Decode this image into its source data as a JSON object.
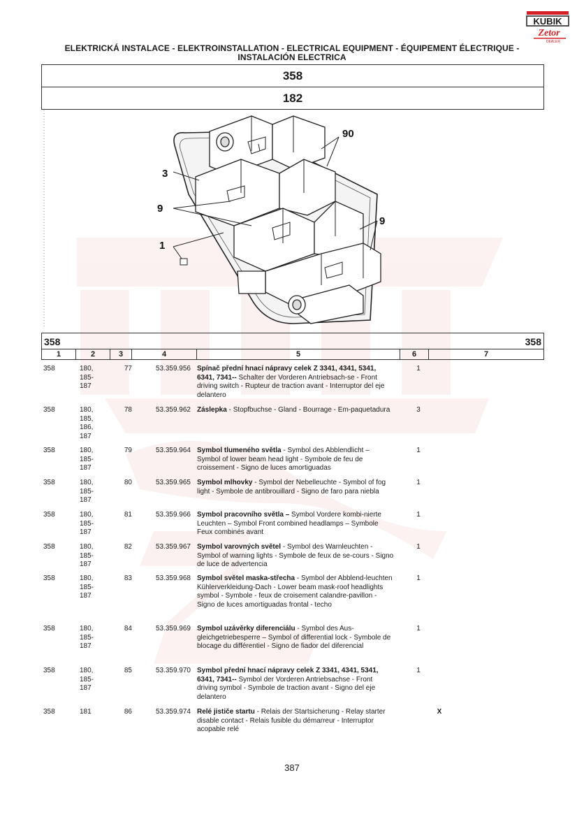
{
  "brand": {
    "logo_text": "KUBIK",
    "sub_text": "Zetor",
    "sub_small": "DEALER",
    "color_red": "#d42027",
    "color_dark": "#1a1a1a"
  },
  "header": {
    "title_line1": "ELEKTRICKÁ INSTALACE - ELEKTROINSTALLATION - ELECTRICAL EQUIPMENT - ÉQUIPEMENT ÉLECTRIQUE -",
    "title_line2": "INSTALACIÓN ELECTRICA",
    "group_number": "358",
    "section_number": "182"
  },
  "figure": {
    "callouts": [
      "90",
      "3",
      "9",
      "9",
      "1"
    ]
  },
  "table": {
    "group_left": "358",
    "group_right": "358",
    "columns": [
      "1",
      "2",
      "3",
      "4",
      "5",
      "6",
      "7"
    ],
    "rows": [
      {
        "group": "358",
        "models": [
          "180,",
          "185-",
          "187"
        ],
        "pos": "77",
        "part": "53.359.956",
        "name": "Spínač přední hnací nápravy celek Z 3341, 4341, 5341, 6341, 7341--",
        "desc": " Schalter der Vorderen Antriebsach-se - Front driving switch - Rupteur de traction avant - Interruptor del eje delantero",
        "qty": "1",
        "note": ""
      },
      {
        "group": "358",
        "models": [
          "180,",
          "185,",
          "186,",
          "187"
        ],
        "pos": "78",
        "part": "53.359.962",
        "name": "Záslepka",
        "desc": " - Stopfbuchse - Gland - Bourrage - Em-paquetadura",
        "qty": "3",
        "note": ""
      },
      {
        "group": "358",
        "models": [
          "180,",
          "185-",
          "187"
        ],
        "pos": "79",
        "part": "53.359.964",
        "name": "Symbol tlumeného světla",
        "desc": " - Symbol des Abblendlicht – Symbol of lower beam head light - Symbole de feu de croissement - Signo de luces amortiguadas",
        "qty": "1",
        "note": ""
      },
      {
        "group": "358",
        "models": [
          "180,",
          "185-",
          "187"
        ],
        "pos": "80",
        "part": "53.359.965",
        "name": "Symbol mlhovky",
        "desc": " - Symbol der Nebelleuchte - Symbol of fog light - Symbole de antibrouillard - Signo de faro para niebla",
        "qty": "1",
        "note": ""
      },
      {
        "group": "358",
        "models": [
          "180,",
          "185-",
          "187"
        ],
        "pos": "81",
        "part": "53.359.966",
        "name": "Symbol pracovního světla –",
        "desc": " Symbol Vordere kombi-nierte Leuchten – Symbol Front combined headlamps – Symbole Feux combinés avant",
        "qty": "1",
        "note": ""
      },
      {
        "group": "358",
        "models": [
          "180,",
          "185-",
          "187"
        ],
        "pos": "82",
        "part": "53.359.967",
        "name": "Symbol varovných světel",
        "desc": " - Symbol des Warnleuchten - Symbol of warning lights - Symbole de feux de se-cours - Signo de luce de advertencia",
        "qty": "1",
        "note": ""
      },
      {
        "group": "358",
        "models": [
          "180,",
          "185-",
          "187"
        ],
        "pos": "83",
        "part": "53.359.968",
        "name": "Symbol světel maska-střecha",
        "desc": " - Symbol der Abblend-leuchten Kühlerverkleidung-Dach - Lower beam mask-roof headlights symbol - Symbole - feux de croisement calandre-pavillon - Signo de luces amortiguadas frontal - techo",
        "qty": "1",
        "note": ""
      },
      {
        "group": "358",
        "models": [
          "180,",
          "185-",
          "187"
        ],
        "pos": "84",
        "part": "53.359.969",
        "name": "Symbol uzávěrky diferenciálu",
        "desc": " - Symbol des Aus-gleichgetriebesperre – Symbol of differential lock - Symbole de blocage du différentiel - Signo de fiador del diferencial",
        "qty": "1",
        "note": ""
      },
      {
        "group": "358",
        "models": [
          "180,",
          "185-",
          "187"
        ],
        "pos": "85",
        "part": "53.359.970",
        "name": "Symbol přední hnací nápravy celek Z 3341, 4341, 5341, 6341, 7341--",
        "desc": " Symbol der Vorderen Antriebsachse - Front driving symbol - Symbole de traction avant - Signo del eje delantero",
        "qty": "1",
        "note": ""
      },
      {
        "group": "358",
        "models": [
          "181"
        ],
        "pos": "86",
        "part": "53.359.974",
        "name": "Relé jističe startu",
        "desc": " - Relais der Startsicherung - Relay starter disable contact - Relais fusible du démarreur - Interruptor acopable relé",
        "qty": "",
        "note": "X"
      }
    ]
  },
  "footer": {
    "page_number": "387"
  }
}
